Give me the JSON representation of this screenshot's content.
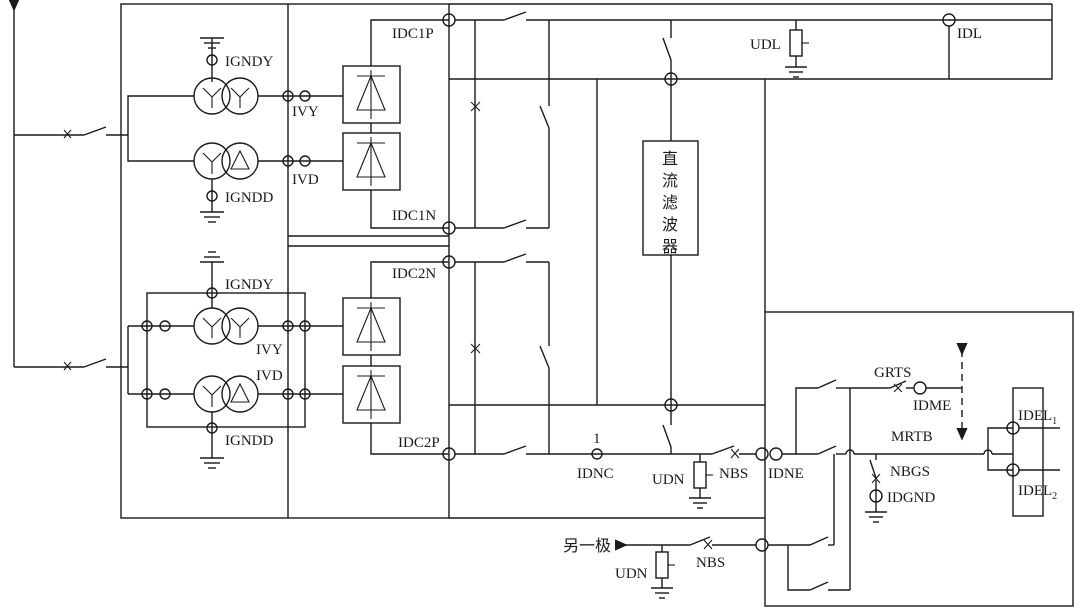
{
  "labels": {
    "IGNDY_top": "IGNDY",
    "IVY_top": "IVY",
    "IVD_top": "IVD",
    "IGNDD_top": "IGNDD",
    "IGNDY_bot": "IGNDY",
    "IVY_bot": "IVY",
    "IVD_bot": "IVD",
    "IGNDD_bot": "IGNDD",
    "IDC1P": "IDC1P",
    "IDC1N": "IDC1N",
    "IDC2N": "IDC2N",
    "IDC2P": "IDC2P",
    "UDL": "UDL",
    "IDL": "IDL",
    "filter_chars": [
      "直",
      "流",
      "滤",
      "波",
      "器"
    ],
    "num_1": "1",
    "IDNC": "IDNC",
    "UDN": "UDN",
    "NBS": "NBS",
    "IDNE": "IDNE",
    "GRTS": "GRTS",
    "IDME": "IDME",
    "MRTB": "MRTB",
    "NBGS": "NBGS",
    "IDGND": "IDGND",
    "IDEL1_main": "IDEL",
    "IDEL1_sub": "1",
    "IDEL2_main": "IDEL",
    "IDEL2_sub": "2",
    "other_pole": "另一极",
    "UDN_bottom": "UDN",
    "NBS_bottom": "NBS"
  }
}
